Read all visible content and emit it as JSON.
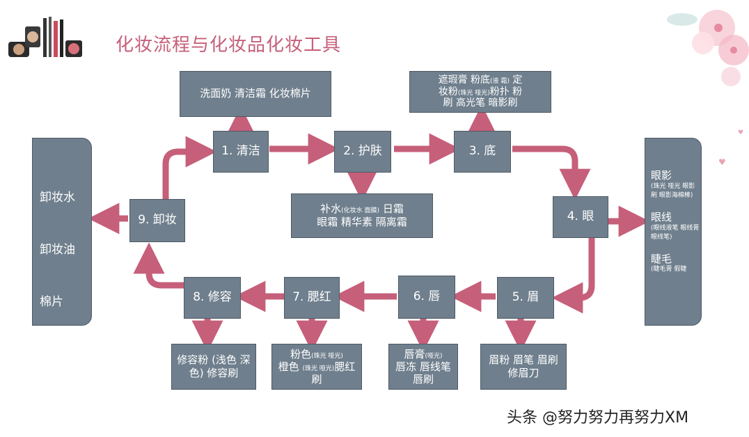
{
  "title": "化妆流程与化妆品化妆工具",
  "steps": {
    "s1": "1. 清洁",
    "s2": "2. 护肤",
    "s3": "3. 底",
    "s4": "4. 眼",
    "s5": "5. 眉",
    "s6": "6. 唇",
    "s7": "7. 腮红",
    "s8": "8. 修容",
    "s9": "9. 卸妆"
  },
  "products": {
    "clean": "洗面奶 清洁霜 化妆棉片",
    "skin_a": "补水",
    "skin_a_small": "(化妆水 面膜)",
    "skin_b": "日霜",
    "skin_c": "眼霜 精华素 隔离霜",
    "base_a": "遮瑕膏 粉底",
    "base_a_small": "(液 霜)",
    "base_b": "定",
    "base_c": "妆粉",
    "base_c_small": "(珠光 哑光)",
    "base_d": "粉扑 粉",
    "base_e": "刷 高光笔 暗影刷",
    "brow": "眉粉 眉笔 眉刷 修眉刀",
    "lip_a": "唇膏",
    "lip_a_small": "(哑光)",
    "lip_b": "唇冻 唇线笔 唇刷",
    "blush_a": "粉色",
    "blush_a_small": "(珠光 哑光)",
    "blush_b": "橙色",
    "blush_b_small": "(珠光 哑光)",
    "blush_c": "腮红刷",
    "contour": "修容粉 (浅色 深色) 修容刷"
  },
  "remover": [
    "卸妆水",
    "卸妆油",
    "棉片"
  ],
  "eye": {
    "shadow": "眼影",
    "shadow_small": "(珠光 哑光 眼影刷 眼影海棉棒)",
    "liner": "眼线",
    "liner_small": "(眼线液笔 眼线膏 眼线笔)",
    "lash": "睫毛",
    "lash_small": "(睫毛膏 假睫"
  },
  "watermark": "头条 @努力努力再努力XM",
  "colors": {
    "box": "#6f7f8d",
    "arrow": "#c65f7a",
    "title": "#c65f7a"
  }
}
